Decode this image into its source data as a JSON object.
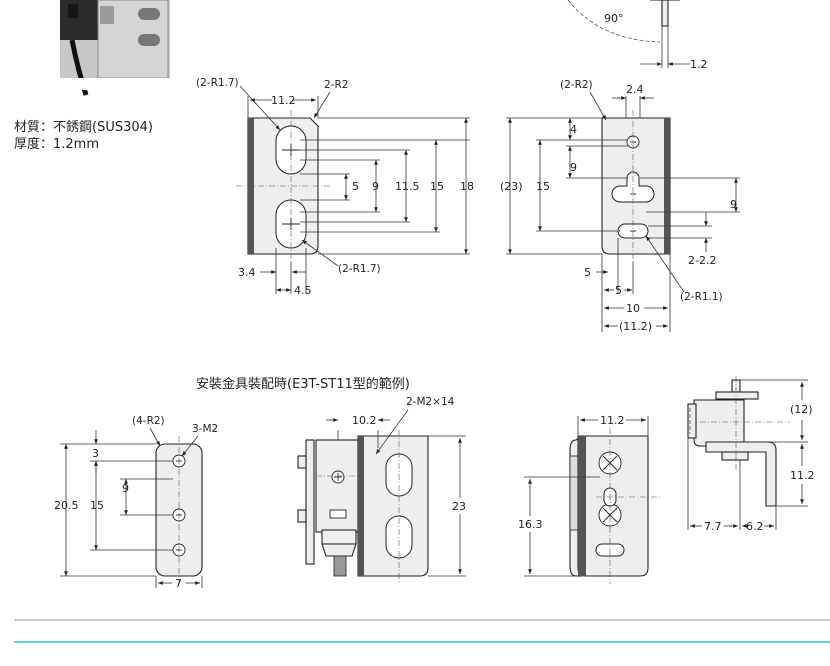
{
  "material": {
    "label": "材質：不銹鋼(SUS304)",
    "thickness": "厚度：1.2mm"
  },
  "top_right": {
    "angle": "90°",
    "thickness": "1.2"
  },
  "front_view": {
    "radius_tl": "(2-R1.7)",
    "radius_tr": "2-R2",
    "width": "11.2",
    "dims": [
      "5",
      "9",
      "11.5",
      "15",
      "18"
    ],
    "left_offset": "3.4",
    "slot_pitch": "4.5",
    "radius_bottom": "(2-R1.7)"
  },
  "side_view": {
    "radius": "(2-R2)",
    "top_offset": "2.4",
    "dims_left": [
      "4",
      "9",
      "15",
      "(23)"
    ],
    "dim_right": "9",
    "radius_br": "2-2.2",
    "bottom_5": "5",
    "width_5": "5",
    "width_10": "10",
    "width_total": "(11.2)",
    "radius_slot": "(2-R1.1)"
  },
  "section_title": "安裝金具裝配時(E3T-ST11型的範例)",
  "mount_a": {
    "radius": "(4-R2)",
    "screw": "3-M2",
    "dims": [
      "3",
      "9",
      "15",
      "20.5"
    ],
    "width": "7"
  },
  "mount_b": {
    "width": "10.2",
    "screw": "2-M2×14",
    "height": "23"
  },
  "mount_c": {
    "width": "11.2",
    "height": "16.3"
  },
  "mount_d": {
    "top": "(12)",
    "right": "11.2",
    "w1": "7.7",
    "w2": "6.2"
  },
  "colors": {
    "accent_line": "#2ec4c4",
    "divider": "#999999"
  }
}
